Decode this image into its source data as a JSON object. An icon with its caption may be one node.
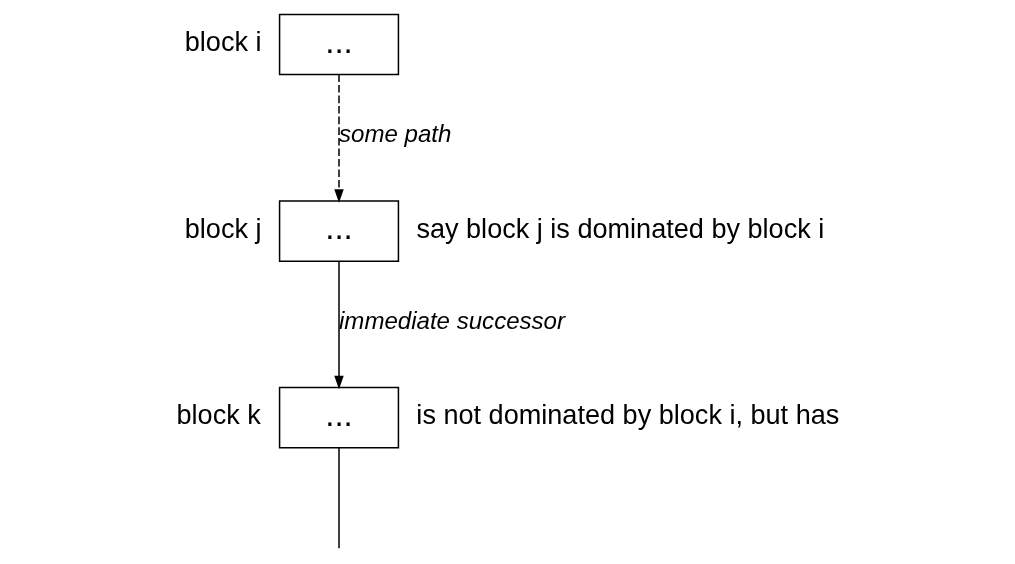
{
  "diagram": {
    "nodes": [
      {
        "text": [
          "..."
        ],
        "beside": [
          "block i"
        ]
      },
      {
        "text": [
          "..."
        ],
        "beside": [
          "block j",
          "say block j is dominated by block i"
        ]
      },
      {
        "text": [
          "..."
        ],
        "beside": [
          "block k",
          "is not dominated by block i, but has"
        ]
      }
    ],
    "edges": [
      {
        "from": 0,
        "to": 1,
        "arrow": "to",
        "label": "some path",
        "style": "dashed"
      },
      {
        "from": 1,
        "to": 2,
        "arrow": "to",
        "label": "immediate successor"
      },
      {
        "from": 2,
        "to": null,
        "arrow": "none"
      }
    ]
  }
}
